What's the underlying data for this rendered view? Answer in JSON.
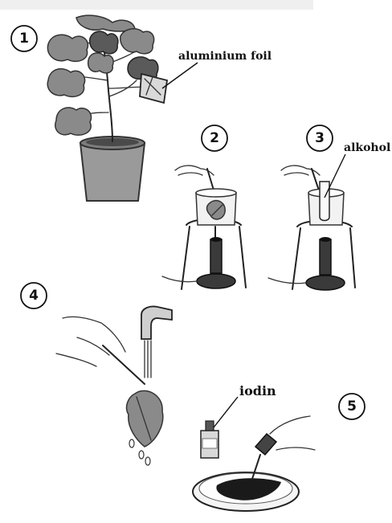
{
  "steps": [
    {
      "number": "1"
    },
    {
      "number": "2"
    },
    {
      "number": "3"
    },
    {
      "number": "4"
    },
    {
      "number": "5"
    }
  ],
  "labels": {
    "aluminium_foil": "aluminium foil",
    "alkohol": "alkohol",
    "iodin": "iodin"
  }
}
